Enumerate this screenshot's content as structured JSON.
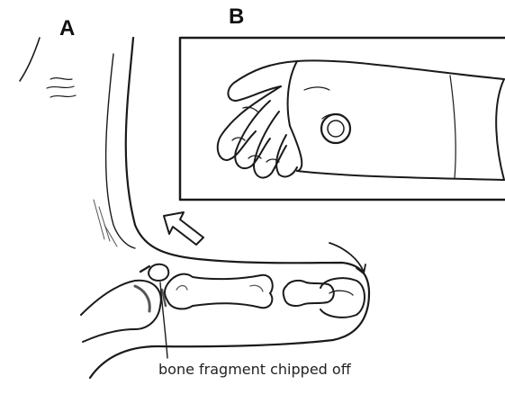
{
  "figure": {
    "panel_a_label": "A",
    "panel_b_label": "B",
    "annotation": "bone fragment chipped off"
  },
  "colors": {
    "ink": "#1a1a1a",
    "shade": "#555555",
    "background": "#ffffff"
  }
}
